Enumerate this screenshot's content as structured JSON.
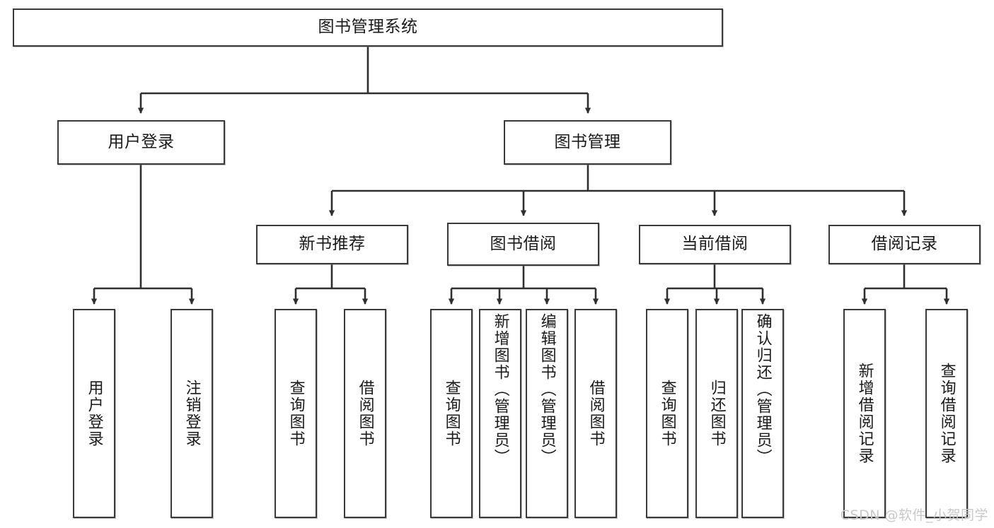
{
  "diagram": {
    "title": "图书管理系统",
    "watermark": "CSDN @软件_小贺同学",
    "stroke_color": "#3a3a3a",
    "fill_color": "#ffffff",
    "text_color": "#1a1a1a",
    "watermark_color": "#c8c8c8",
    "levels": {
      "root": "图书管理系统",
      "modules": [
        "用户登录",
        "图书管理"
      ],
      "submodules": [
        "新书推荐",
        "图书借阅",
        "当前借阅",
        "借阅记录"
      ]
    },
    "nodes": {
      "root": {
        "label": "图书管理系统"
      },
      "user_login": {
        "label": "用户登录"
      },
      "book_manage": {
        "label": "图书管理"
      },
      "new_book_rec": {
        "label": "新书推荐"
      },
      "book_borrow": {
        "label": "图书借阅"
      },
      "current_borrow": {
        "label": "当前借阅"
      },
      "borrow_record": {
        "label": "借阅记录"
      },
      "leaf_user_login": {
        "label": "用户登录"
      },
      "leaf_logout": {
        "label": "注销登录"
      },
      "leaf_query_book_1": {
        "label": "查询图书"
      },
      "leaf_borrow_book_1": {
        "label": "借阅图书"
      },
      "leaf_query_book_2": {
        "label": "查询图书"
      },
      "leaf_add_book": {
        "label": "新增图书（管理员）"
      },
      "leaf_edit_book": {
        "label": "编辑图书（管理员）"
      },
      "leaf_borrow_book_2": {
        "label": "借阅图书"
      },
      "leaf_query_book_3": {
        "label": "查询图书"
      },
      "leaf_return_book": {
        "label": "归还图书"
      },
      "leaf_confirm_return": {
        "label": "确认归还（管理员）"
      },
      "leaf_add_record": {
        "label": "新增借阅记录"
      },
      "leaf_query_record": {
        "label": "查询借阅记录"
      }
    },
    "tree": {
      "图书管理系统": {
        "用户登录": [
          "用户登录",
          "注销登录"
        ],
        "图书管理": {
          "新书推荐": [
            "查询图书",
            "借阅图书"
          ],
          "图书借阅": [
            "查询图书",
            "新增图书（管理员）",
            "编辑图书（管理员）",
            "借阅图书"
          ],
          "当前借阅": [
            "查询图书",
            "归还图书",
            "确认归还（管理员）"
          ],
          "借阅记录": [
            "新增借阅记录",
            "查询借阅记录"
          ]
        }
      }
    }
  }
}
